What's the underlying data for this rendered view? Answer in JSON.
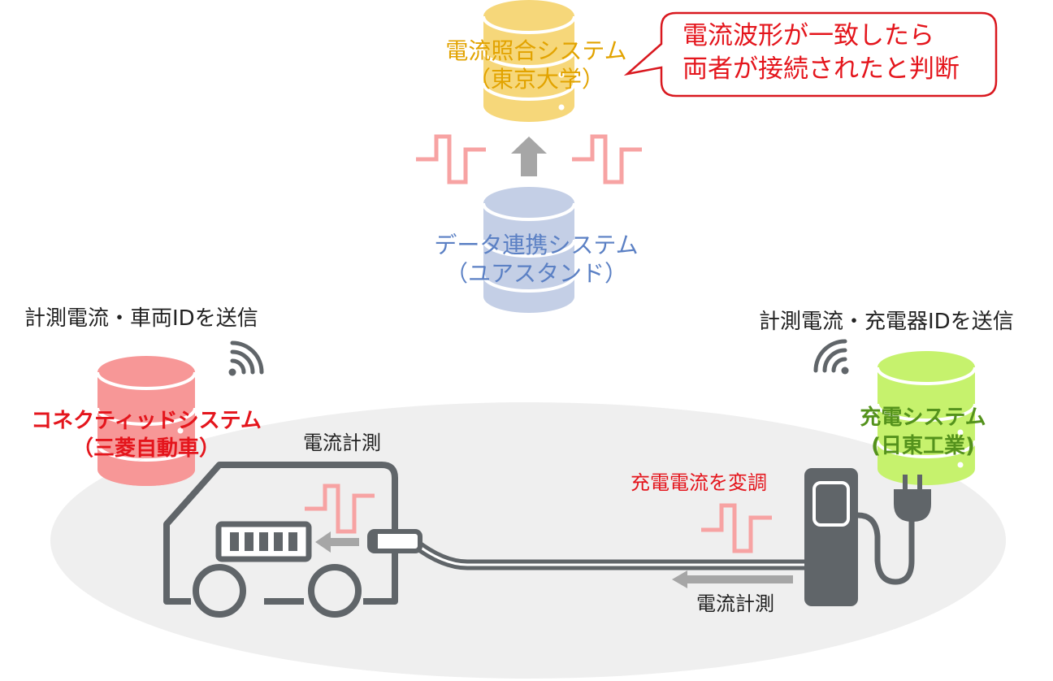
{
  "colors": {
    "matching_system": "#f6d77a",
    "matching_text": "#e2a300",
    "data_system": "#c4cfe6",
    "data_text": "#5b80c4",
    "connected_system": "#f79797",
    "connected_text": "#e4151c",
    "charge_system": "#c6f26d",
    "charge_text": "#54921c",
    "pulse": "#f7a3a3",
    "device": "#606569",
    "arrow": "#a6a6a6",
    "ground": "#efefef",
    "bubble_border": "#d9181f",
    "modulate_text": "#e4151c"
  },
  "icons": {
    "database": "database-icon",
    "wifi": "wifi-icon",
    "car": "car-icon",
    "charger": "charger-icon",
    "plug": "plug-icon",
    "battery": "battery-icon",
    "arrow_up": "arrow-up-icon",
    "arrow_left": "arrow-left-icon"
  },
  "matching_system": {
    "line1": "電流照合システム",
    "line2": "（東京大学）"
  },
  "speech_bubble": {
    "line1": "電流波形が一致したら",
    "line2": "両者が接続されたと判断"
  },
  "data_system": {
    "line1": "データ連携システム",
    "line2": "（ユアスタンド）"
  },
  "vehicle_side": {
    "send_label": "計測電流・車両IDを送信",
    "system_line1": "コネクティッドシステム",
    "system_line2": "（三菱自動車）",
    "measure_label": "電流計測"
  },
  "charger_side": {
    "send_label": "計測電流・充電器IDを送信",
    "system_line1": "充電システム",
    "system_line2": "(日東工業)",
    "modulate_label": "充電電流を変調",
    "measure_label": "電流計測"
  }
}
